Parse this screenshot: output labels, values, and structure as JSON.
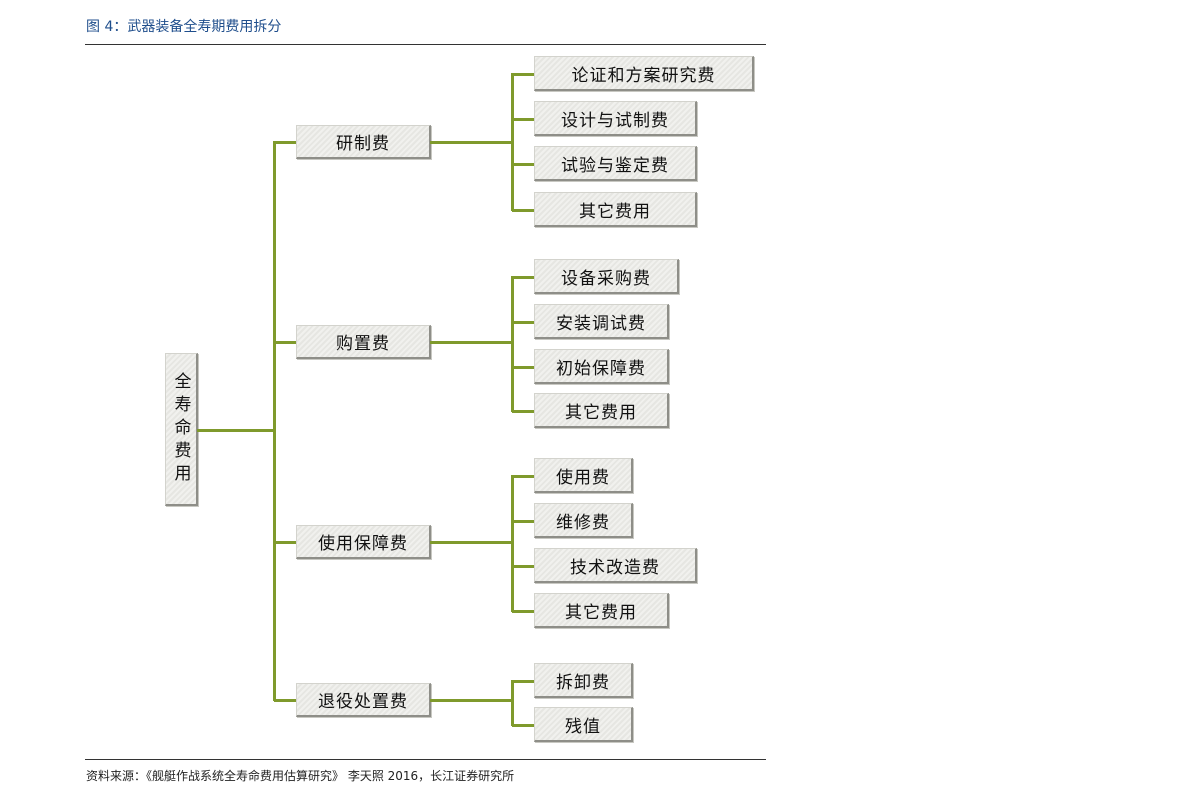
{
  "figure_title": "图 4：武器装备全寿期费用拆分",
  "source": "资料来源：《舰艇作战系统全寿命费用估算研究》 李天照 2016，长江证券研究所",
  "colors": {
    "connector": "#7f9a2c",
    "title": "#1f4e8c"
  },
  "root": "全寿命费用",
  "branches": [
    {
      "label": "研制费",
      "children": [
        "论证和方案研究费",
        "设计与试制费",
        "试验与鉴定费",
        "其它费用"
      ]
    },
    {
      "label": "购置费",
      "children": [
        "设备采购费",
        "安装调试费",
        "初始保障费",
        "其它费用"
      ]
    },
    {
      "label": "使用保障费",
      "children": [
        "使用费",
        "维修费",
        "技术改造费",
        "其它费用"
      ]
    },
    {
      "label": "退役处置费",
      "children": [
        "拆卸费",
        "残值"
      ]
    }
  ]
}
